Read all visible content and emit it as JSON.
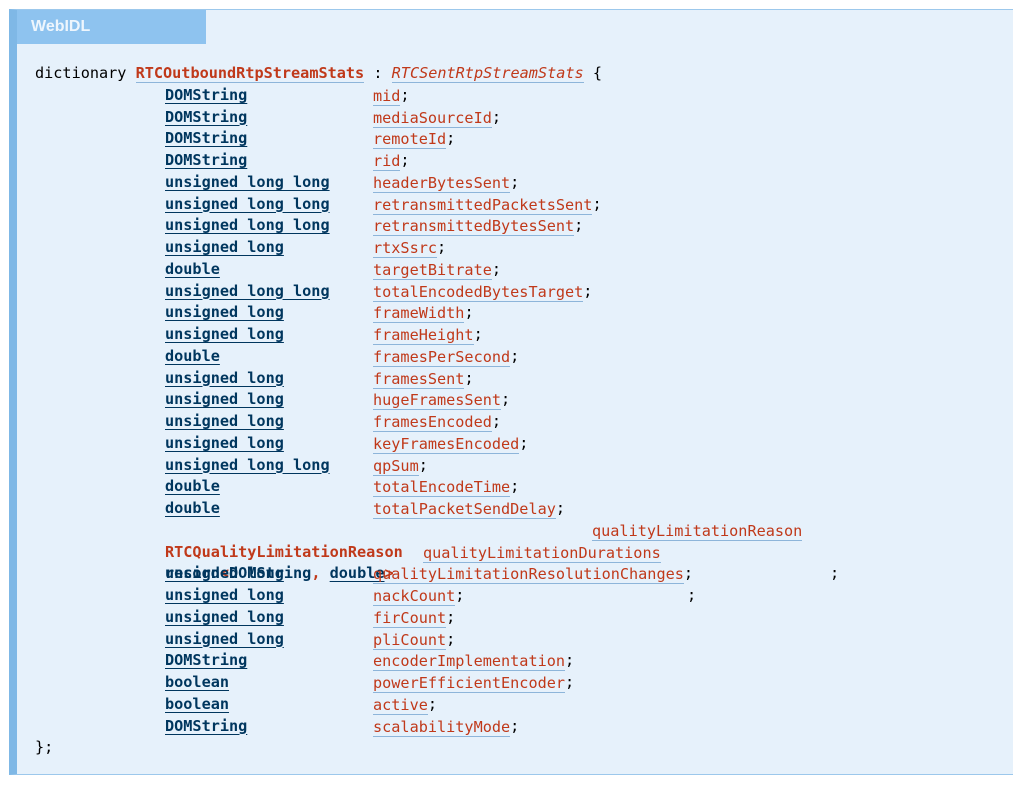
{
  "tab_label": "WebIDL",
  "header": {
    "keyword": "dictionary",
    "name": "RTCOutboundRtpStreamStats",
    "colon": ":",
    "inherits": "RTCSentRtpStreamStats",
    "open": "{"
  },
  "members": [
    {
      "type": "DOMString",
      "name": "mid"
    },
    {
      "type": "DOMString",
      "name": "mediaSourceId"
    },
    {
      "type": "DOMString",
      "name": "remoteId"
    },
    {
      "type": "DOMString",
      "name": "rid"
    },
    {
      "type": "unsigned long long",
      "name": "headerBytesSent"
    },
    {
      "type": "unsigned long long",
      "name": "retransmittedPacketsSent"
    },
    {
      "type": "unsigned long long",
      "name": "retransmittedBytesSent"
    },
    {
      "type": "unsigned long",
      "name": "rtxSsrc"
    },
    {
      "type": "double",
      "name": "targetBitrate"
    },
    {
      "type": "unsigned long long",
      "name": "totalEncodedBytesTarget"
    },
    {
      "type": "unsigned long",
      "name": "frameWidth"
    },
    {
      "type": "unsigned long",
      "name": "frameHeight"
    },
    {
      "type": "double",
      "name": "framesPerSecond"
    },
    {
      "type": "unsigned long",
      "name": "framesSent"
    },
    {
      "type": "unsigned long",
      "name": "hugeFramesSent"
    },
    {
      "type": "unsigned long",
      "name": "framesEncoded"
    },
    {
      "type": "unsigned long",
      "name": "keyFramesEncoded"
    },
    {
      "type": "unsigned long long",
      "name": "qpSum"
    },
    {
      "type": "double",
      "name": "totalEncodeTime"
    },
    {
      "type": "double",
      "name": "totalPacketSendDelay"
    }
  ],
  "quality_member": {
    "type": "RTCQualityLimitationReason",
    "name": "qualityLimitationReason"
  },
  "record_member": {
    "record": "record",
    "lt": "<",
    "key_type": "DOMString",
    "comma": ",",
    "value_type": "double",
    "gt": ">",
    "name": "qualityLimitationDurations"
  },
  "members_tail": [
    {
      "type": "unsigned long",
      "name": "qualityLimitationResolutionChanges"
    },
    {
      "type": "unsigned long",
      "name": "nackCount"
    },
    {
      "type": "unsigned long",
      "name": "firCount"
    },
    {
      "type": "unsigned long",
      "name": "pliCount"
    },
    {
      "type": "DOMString",
      "name": "encoderImplementation"
    },
    {
      "type": "boolean",
      "name": "powerEfficientEncoder"
    },
    {
      "type": "boolean",
      "name": "active"
    },
    {
      "type": "DOMString",
      "name": "scalabilityMode"
    }
  ],
  "semicolon": ";",
  "close": "};"
}
